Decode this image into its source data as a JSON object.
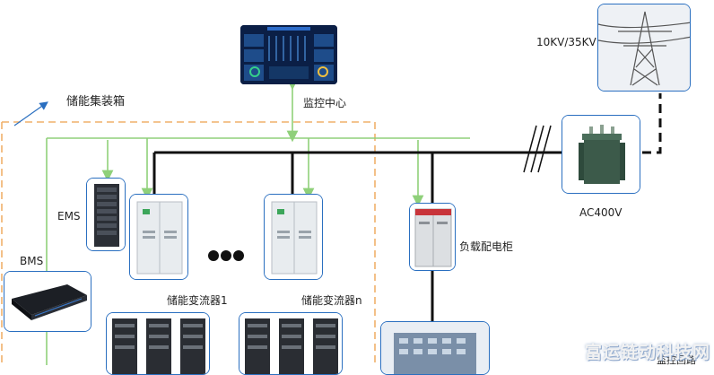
{
  "labels": {
    "container": "储能集装箱",
    "monitor": "监控中心",
    "grid_voltage": "10KV/35KV",
    "transformer": "AC400V",
    "ems": "EMS",
    "bms": "BMS",
    "pcs1": "储能变流器1",
    "pcsn": "储能变流器n",
    "load_cabinet": "负载配电柜",
    "monitor_loop": "监控回路"
  },
  "watermark": "富运链动科技网",
  "colors": {
    "frame": "#2a6fc0",
    "dashed_box": "#f0b06a",
    "comm_line": "#8fd07a",
    "power_line": "#111111"
  }
}
